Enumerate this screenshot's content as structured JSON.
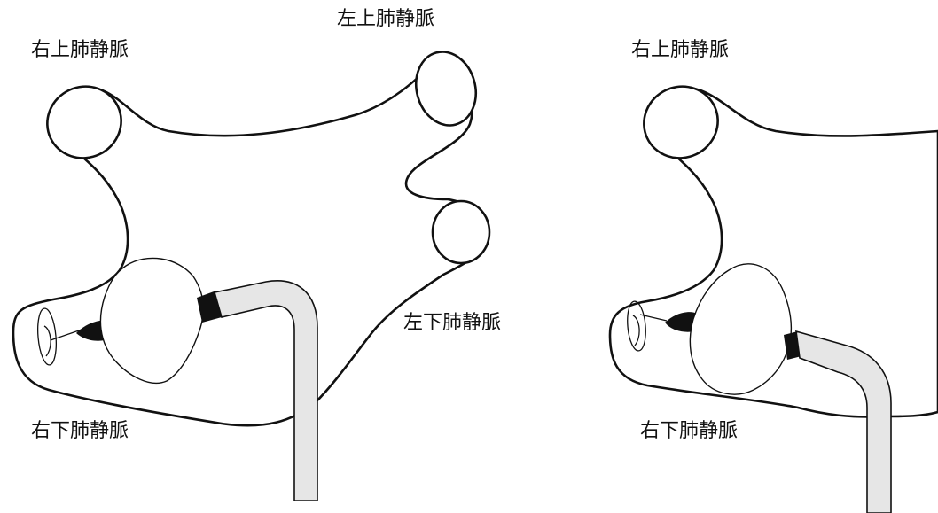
{
  "labels": {
    "left_upper_pulmonary_vein": "左上肺静脈",
    "right_upper_pulmonary_vein_left": "右上肺静脈",
    "right_upper_pulmonary_vein_right": "右上肺静脈",
    "left_lower_pulmonary_vein": "左下肺静脈",
    "right_lower_pulmonary_vein_left": "右下肺静脈",
    "right_lower_pulmonary_vein_right": "右下肺静脈"
  },
  "colors": {
    "stroke": "#111111",
    "sheath_fill": "#e6e6e6",
    "background": "#ffffff"
  }
}
